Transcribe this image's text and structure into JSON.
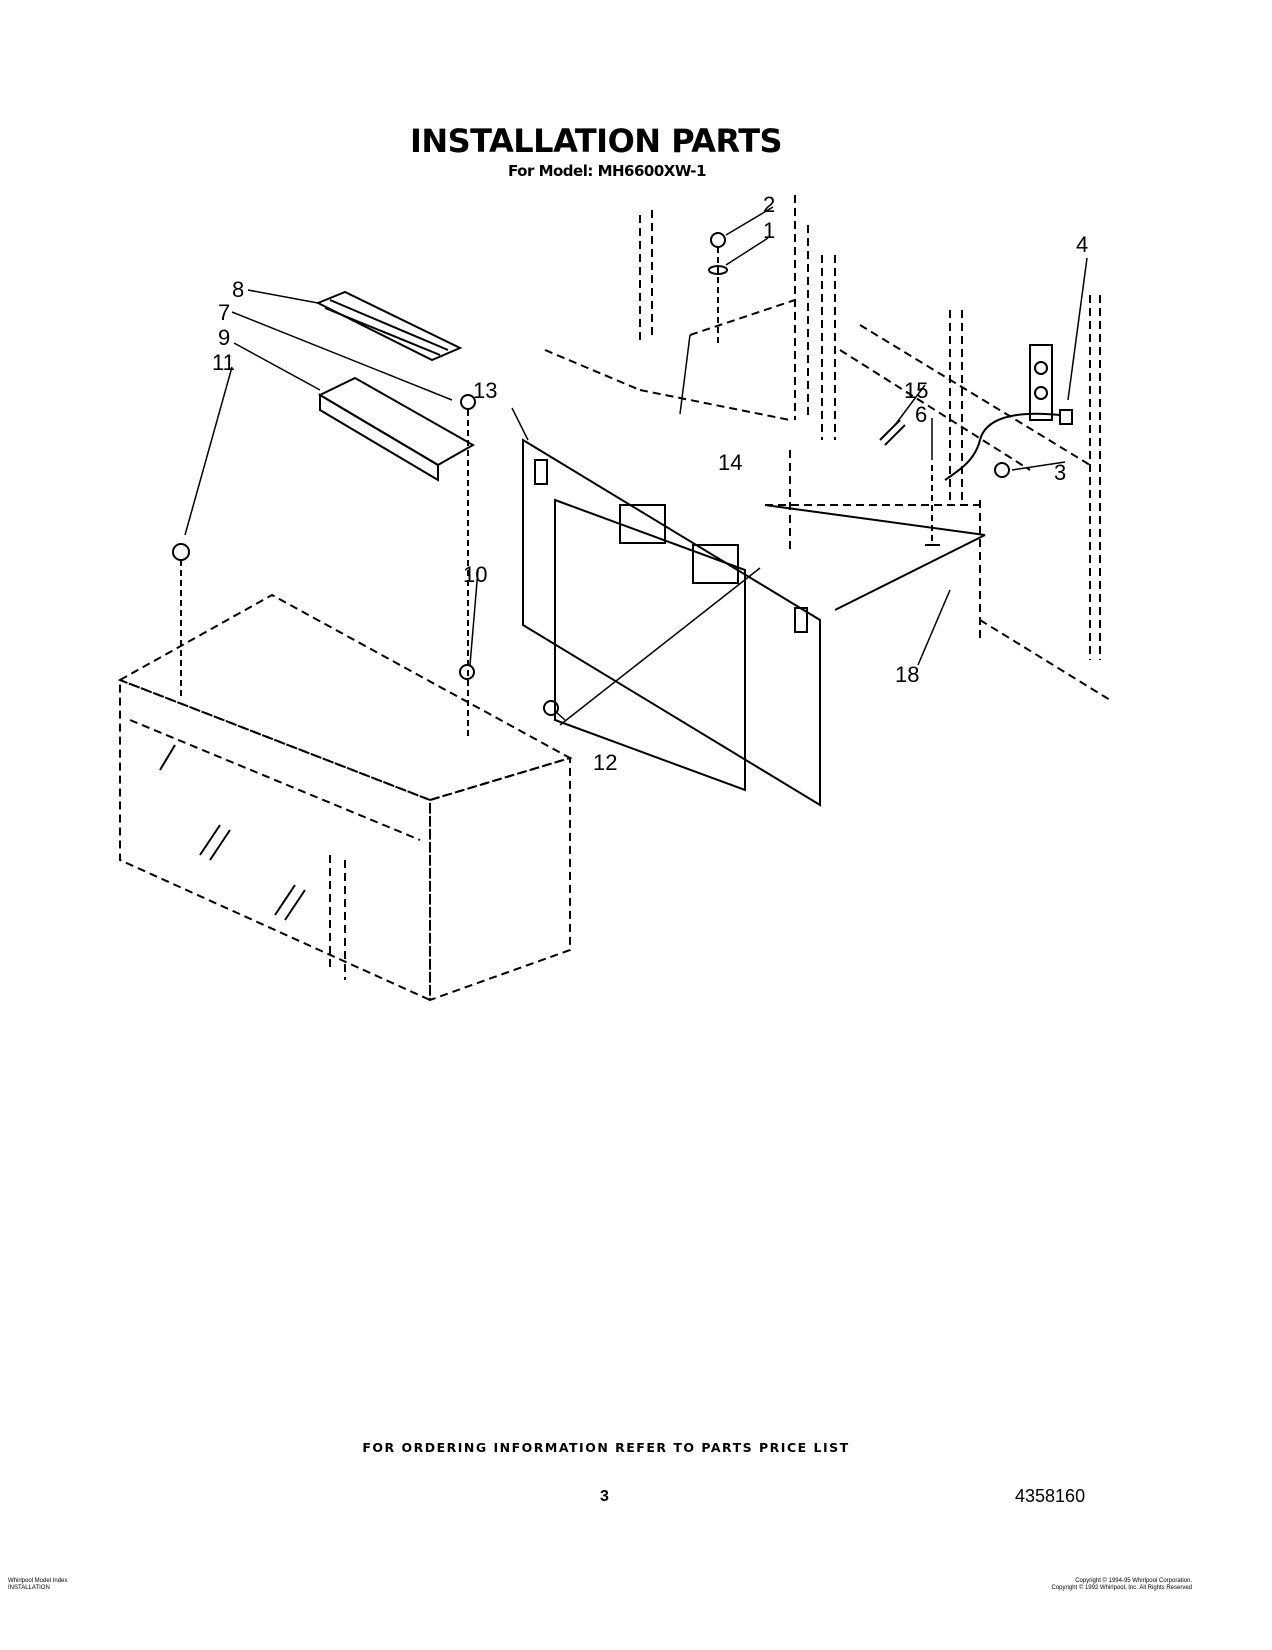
{
  "header": {
    "title": "INSTALLATION PARTS",
    "subtitle": "For Model: MH6600XW-1"
  },
  "diagram": {
    "callouts": [
      "1",
      "2",
      "3",
      "4",
      "6",
      "7",
      "8",
      "9",
      "10",
      "11",
      "12",
      "13",
      "14",
      "15",
      "18"
    ]
  },
  "footer": {
    "ordering_note": "FOR ORDERING INFORMATION REFER TO PARTS PRICE LIST",
    "page_number": "3",
    "document_number": "4358160",
    "corner_left_line1": "Whirlpool Model Index",
    "corner_left_line2": "INSTALLATION",
    "corner_right_line1": "Copyright © 1994-95 Whirlpool Corporation.",
    "corner_right_line2": "Copyright © 1992 Whirlpool, Inc. All Rights Reserved"
  }
}
